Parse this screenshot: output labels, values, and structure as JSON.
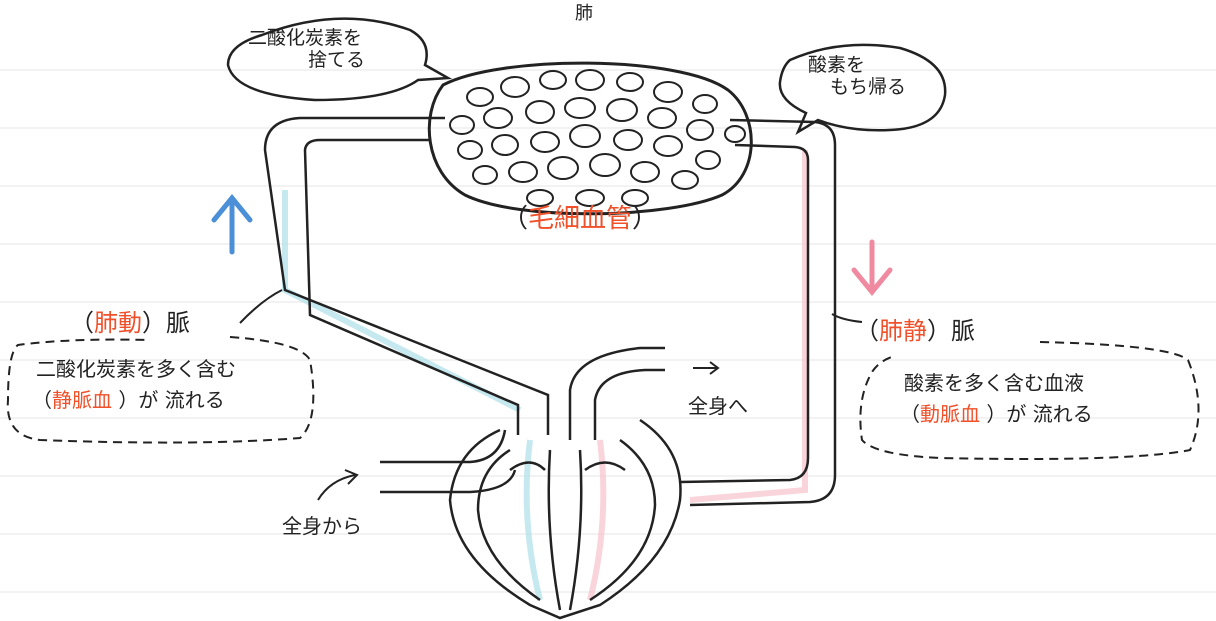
{
  "labels": {
    "lung": "肺",
    "bubble_co2_line1": "二酸化炭素を",
    "bubble_co2_line2": "捨てる",
    "bubble_o2_line1": "酸素を",
    "bubble_o2_line2": "もち帰る",
    "capillary_term": "毛細血管",
    "pulmonary_artery_term": "肺動",
    "pulmonary_artery_suffix": "脈",
    "pulmonary_vein_term": "肺静",
    "pulmonary_vein_suffix": "脈",
    "left_note_line1": "二酸化炭素を多く含む",
    "left_note_term": "静脈血",
    "left_note_tail": "が 流れる",
    "right_note_line1": "酸素を多く含む血液",
    "right_note_term": "動脈血",
    "right_note_tail": "が 流れる",
    "to_body": "全身へ",
    "from_body": "全身から"
  },
  "colors": {
    "ink": "#222222",
    "term_red": "#f0502a",
    "arrow_blue": "#4a8fd8",
    "arrow_pink": "#f08aa0",
    "tint_blue": "#aee0ea",
    "tint_pink": "#f7c3cc",
    "ruled_line": "#e6e6e6"
  },
  "arrows": [
    {
      "name": "deoxygenated-flow-arrow",
      "direction": "up",
      "color": "blue"
    },
    {
      "name": "oxygenated-flow-arrow",
      "direction": "down",
      "color": "pink"
    }
  ]
}
